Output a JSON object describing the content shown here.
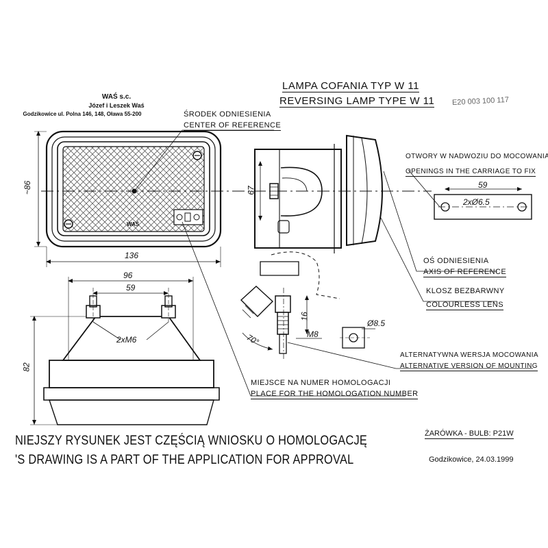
{
  "company": {
    "name": "WAŚ s.c.",
    "owners": "Józef i Leszek Waś",
    "address": "Godzikowice ul. Polna 146, 148, Oława 55-200"
  },
  "title": {
    "pl": "LAMPA COFANIA  TYP W 11",
    "en": "REVERSING LAMP TYPE W 11",
    "code": "E20 003 100 117"
  },
  "labels": {
    "center_pl": "ŚRODEK ODNIESIENIA",
    "center_en": "CENTER OF REFERENCE",
    "openings_pl": "OTWORY W NADWOZIU DO MOCOWANIA",
    "openings_en": "OPENINGS IN THE CARRIAGE TO FIX",
    "axis_pl": "OŚ ODNIESIENIA",
    "axis_en": "AXIS OF REFERENCE",
    "lens_pl": "KLOSZ BEZBARWNY",
    "lens_en": "COLOURLESS LENS",
    "alt_pl": "ALTERNATYWNA WERSJA MOCOWANIA",
    "alt_en": "ALTERNATIVE VERSION OF MOUNTING",
    "homolog_pl": "MIEJSCE NA NUMER HOMOLOGACJI",
    "homolog_en": "PLACE FOR THE HOMOLOGATION NUMBER"
  },
  "dimensions": {
    "height_front": "~86",
    "width_front": "136",
    "height_side": "67",
    "width_top": "96",
    "bolt_spacing": "59",
    "bolts": "2xM6",
    "height_top": "82",
    "hole_spacing": "59",
    "holes": "2xØ6.5",
    "alt_hole": "Ø8.5",
    "alt_thread": "M8",
    "alt_length": "16",
    "alt_angle": "70°"
  },
  "lamp_mark": "WAŚ",
  "footer": {
    "pl": "NIEJSZY RYSUNEK JEST CZĘŚCIĄ WNIOSKU O HOMOLOGACJĘ",
    "en": "'S DRAWING IS A PART OF THE APPLICATION FOR APPROVAL",
    "bulb": "ŻARÓWKA - BULB: P21W",
    "place_date": "Godzikowice, 24.03.1999"
  }
}
